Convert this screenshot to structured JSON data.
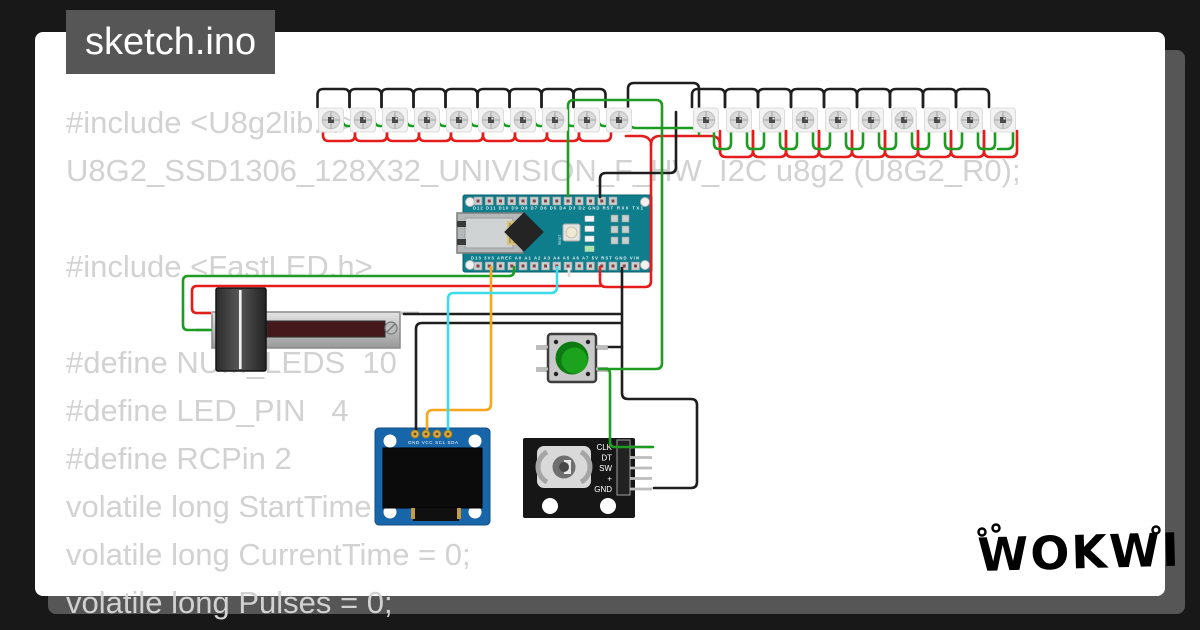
{
  "window": {
    "title": "sketch.ino"
  },
  "code": {
    "lines": [
      "#include <U8g2lib.h>",
      "U8G2_SSD1306_128X32_UNIVISION_F_HW_I2C u8g2 (U8G2_R0);",
      "#include <FastLED.h>",
      "#define NUM_LEDS  10",
      "#define LED_PIN   4",
      "#define RCPin 2",
      "volatile long StartTime = 0;",
      "volatile long CurrentTime = 0;",
      "volatile long Pulses = 0;"
    ]
  },
  "nano": {
    "top_pins": "D12 D11 D10 D9 D8 D7 D6 D5 D4 D3 D2 GND RST",
    "top_right_pins": "RX0 TX1",
    "bottom_pins": "D13 3V3 AREF A0 A1 A2 A3 A4 A5 A6 A7 5V RST GND VIN",
    "reset_label": "RESET"
  },
  "oled": {
    "pin_labels": "GND VCC SCL SDA"
  },
  "encoder": {
    "pins": [
      "CLK",
      "DT",
      "SW",
      "+",
      "GND"
    ]
  },
  "logo": {
    "text": "WOKWI"
  },
  "led_strip": {
    "left_count": 10,
    "right_count": 10
  },
  "colors": {
    "background": "#181818",
    "panel_gray": "#565656",
    "card": "#ffffff",
    "code_text": "#d2d2d2",
    "wire_red": "#e51c1c",
    "wire_green": "#1e9c22",
    "wire_black": "#1e1e1e",
    "wire_cyan": "#3ddcea",
    "wire_orange": "#f6a51c",
    "nano_teal": "#0e7d8c",
    "oled_blue": "#1766aa",
    "button_green": "#17a017"
  }
}
